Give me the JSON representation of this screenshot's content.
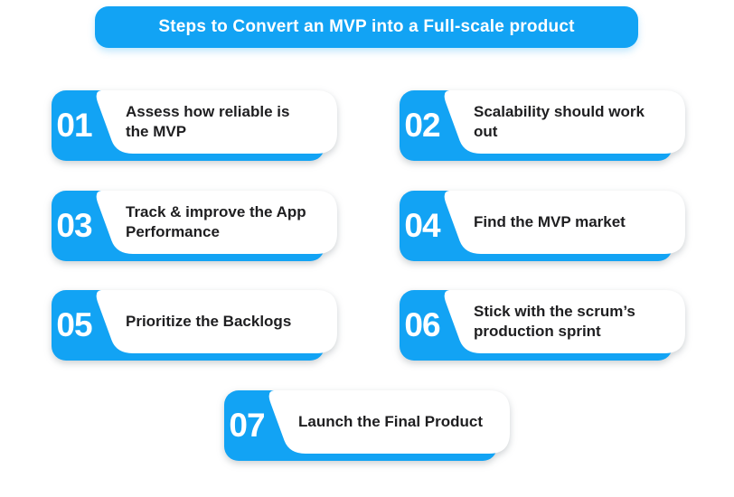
{
  "title": "Steps to Convert an MVP into a Full-scale product",
  "colors": {
    "accent_blue": "#12a3f4",
    "card_white": "#ffffff",
    "step_text": "#1e1e20",
    "title_text": "#ffffff",
    "page_bg": "#ffffff"
  },
  "steps": [
    {
      "number": "01",
      "lines": [
        "Assess how reliable is",
        "the MVP"
      ]
    },
    {
      "number": "02",
      "lines": [
        "Scalability should work",
        "out"
      ]
    },
    {
      "number": "03",
      "lines": [
        "Track & improve the App",
        "Performance"
      ]
    },
    {
      "number": "04",
      "lines": [
        "Find the MVP market"
      ]
    },
    {
      "number": "05",
      "lines": [
        "Prioritize the Backlogs"
      ]
    },
    {
      "number": "06",
      "lines": [
        "Stick with the scrum’s",
        "production sprint"
      ]
    },
    {
      "number": "07",
      "lines": [
        "Launch the Final Product"
      ]
    }
  ]
}
